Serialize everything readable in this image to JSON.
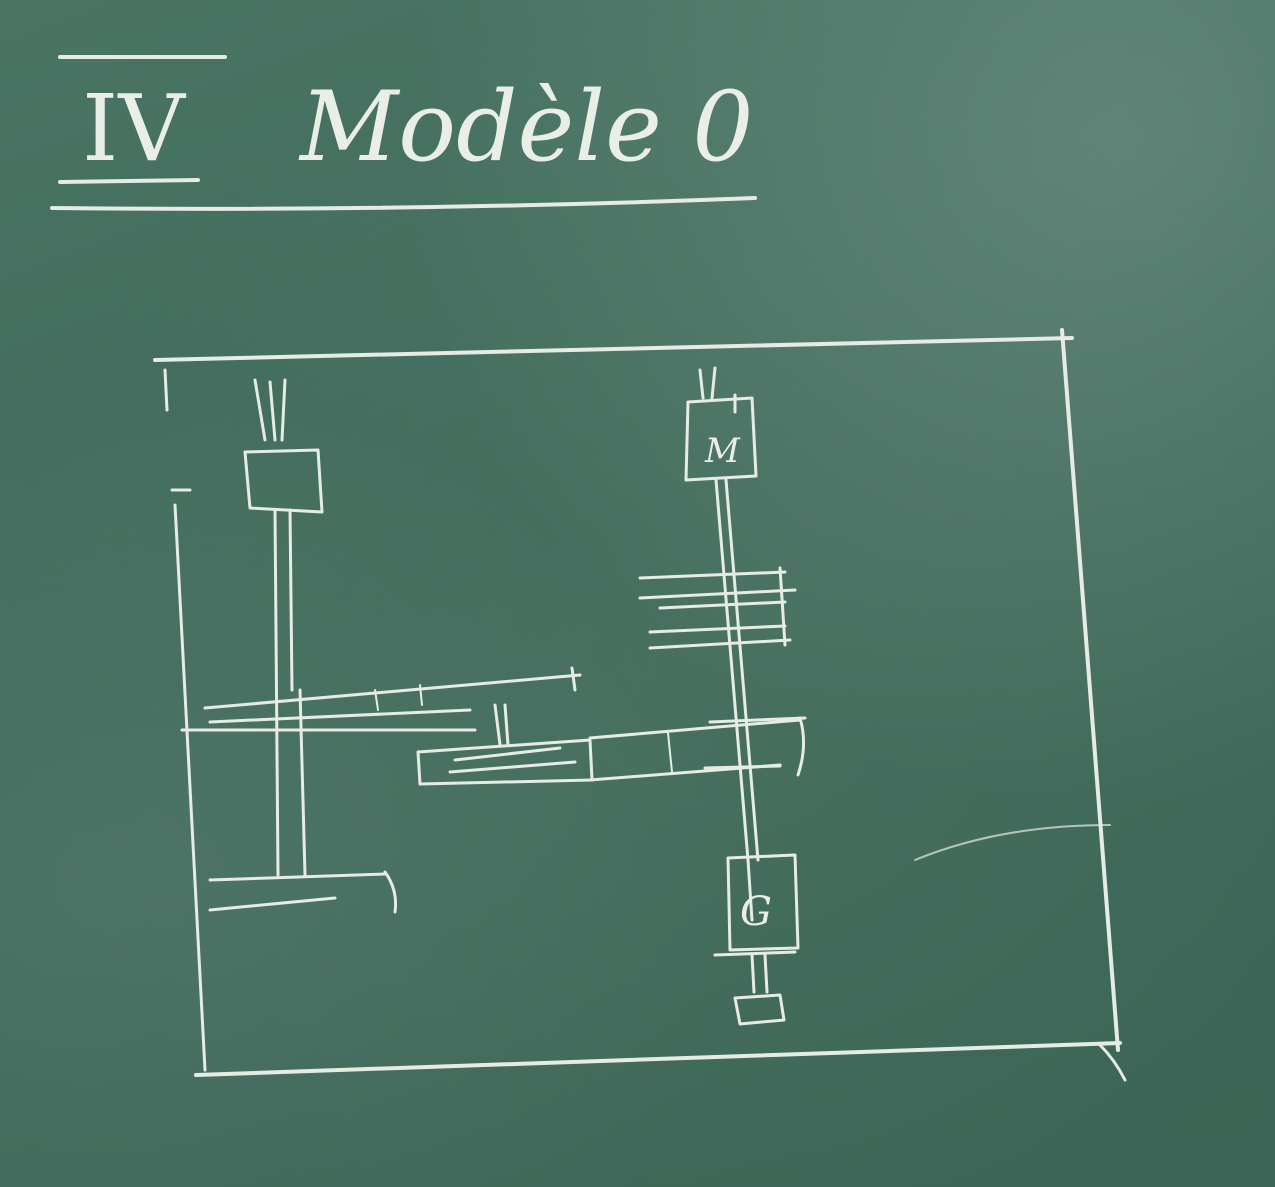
{
  "board": {
    "heading": {
      "numeral": "IV",
      "title": "Modèle 0"
    },
    "labels": {
      "top_motor": "M",
      "bottom_box": "G"
    },
    "colors": {
      "board": "#3f6a5c",
      "chalk": "#e6ece4"
    }
  }
}
